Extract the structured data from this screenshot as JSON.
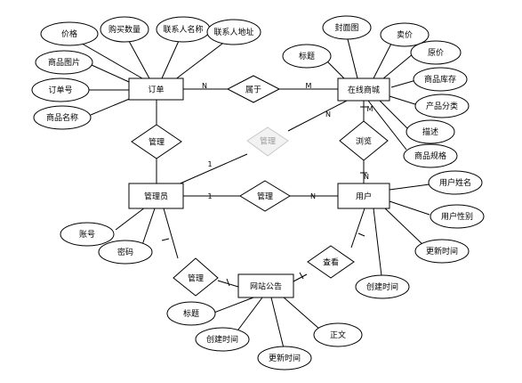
{
  "entities": {
    "order": "订单",
    "mall": "在线商城",
    "admin": "管理员",
    "user": "用户",
    "notice": "网站公告"
  },
  "relations": {
    "belongs": "属于",
    "manage_order": "管理",
    "manage_mall": "管理",
    "manage_user": "管理",
    "manage_notice": "管理",
    "browse": "浏览",
    "view": "查看"
  },
  "attributes": {
    "order": [
      "价格",
      "购买数量",
      "联系人名称",
      "联系人地址",
      "商品图片",
      "订单号",
      "商品名称"
    ],
    "mall": [
      "封面图",
      "卖价",
      "原价",
      "标题",
      "商品库存",
      "产品分类",
      "描述",
      "商品规格"
    ],
    "admin": [
      "账号",
      "密码"
    ],
    "user": [
      "用户姓名",
      "用户性别",
      "更新时间",
      "创建时间"
    ],
    "notice": [
      "标题",
      "创建时间",
      "更新时间",
      "正文"
    ]
  },
  "cardinalities": {
    "order_belongs": "N",
    "mall_belongs": "M",
    "mall_browse": "M",
    "user_browse": "N",
    "admin_manage_mall": "1",
    "mall_manage": "N",
    "admin_manage_user": "1",
    "user_manage": "N"
  }
}
